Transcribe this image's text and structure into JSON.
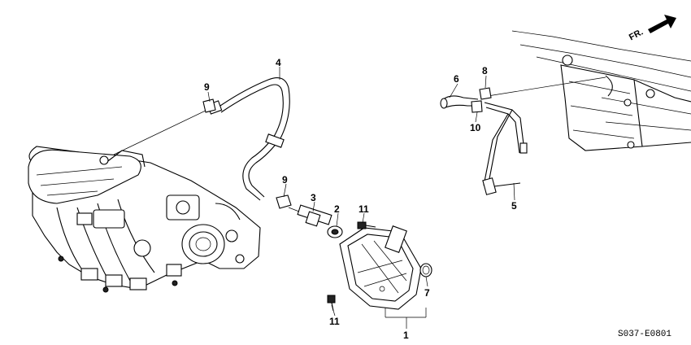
{
  "diagram_code": "S037-E0801",
  "direction_label": "FR.",
  "callouts": {
    "c1": "1",
    "c2": "2",
    "c3": "3",
    "c4": "4",
    "c5": "5",
    "c6": "6",
    "c7": "7",
    "c8": "8",
    "c9a": "9",
    "c9b": "9",
    "c10": "10",
    "c11a": "11",
    "c11b": "11"
  }
}
